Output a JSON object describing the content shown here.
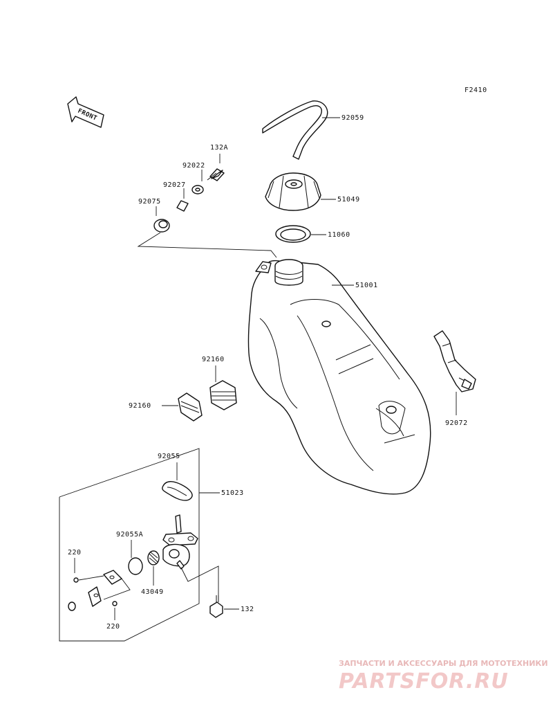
{
  "figure_code": "F2410",
  "front_label": "FRONT",
  "parts": {
    "p92059": "92059",
    "p132A": "132A",
    "p92022": "92022",
    "p92027": "92027",
    "p51049": "51049",
    "p92075": "92075",
    "p11060": "11060",
    "p51001": "51001",
    "p92160a": "92160",
    "p92160b": "92160",
    "p92072": "92072",
    "p92055": "92055",
    "p51023": "51023",
    "p92055A": "92055A",
    "p220a": "220",
    "p220b": "220",
    "p43049": "43049",
    "p132": "132"
  },
  "watermark": {
    "tagline": "ЗАПЧАСТИ И АКСЕССУАРЫ ДЛЯ МОТОТЕХНИКИ",
    "brand": "PARTSFOR.RU"
  }
}
